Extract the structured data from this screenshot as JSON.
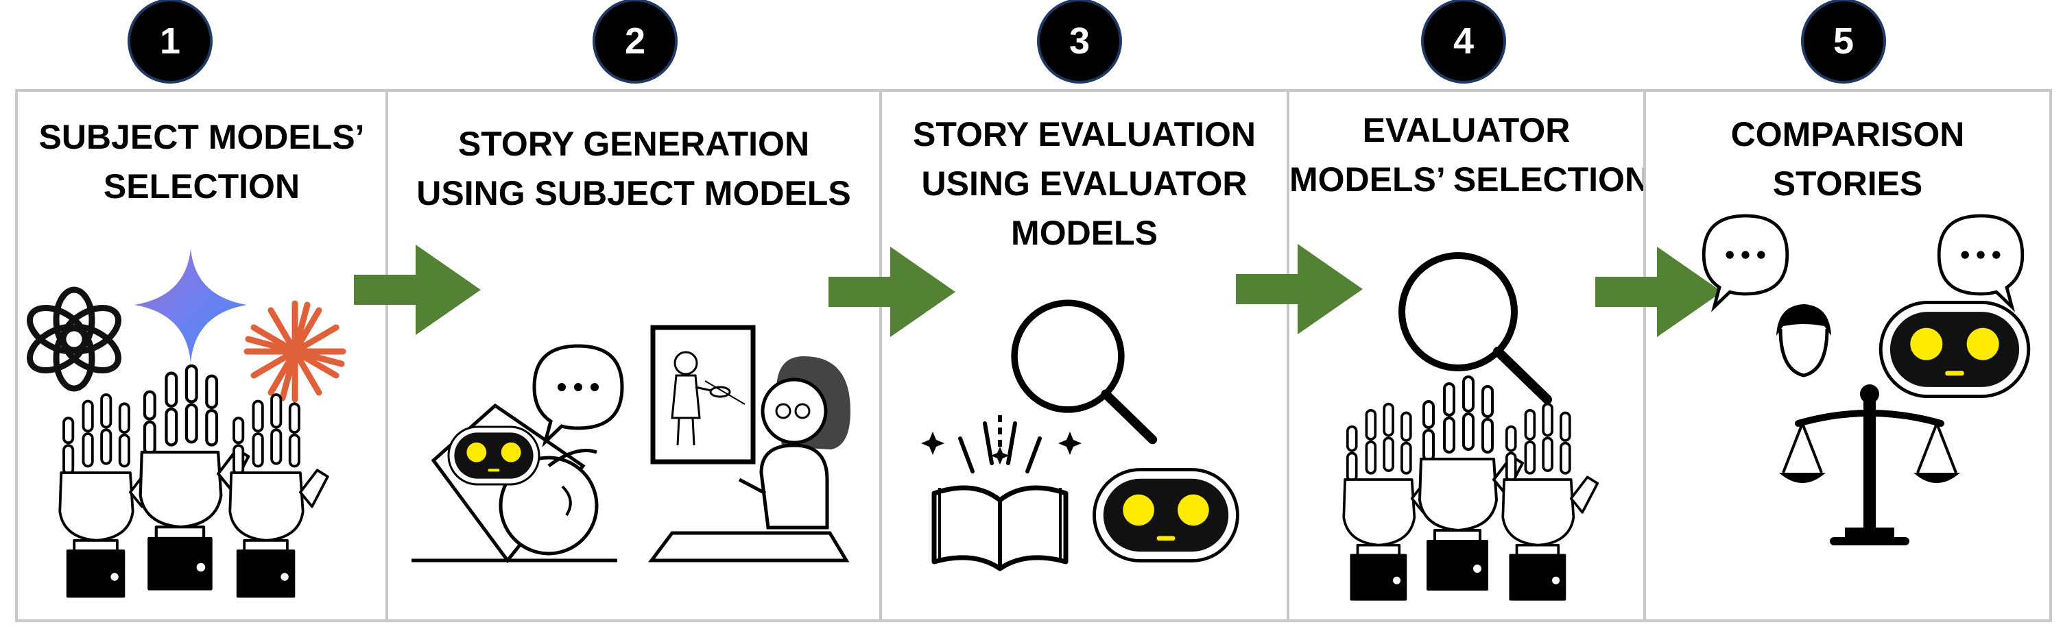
{
  "steps": [
    {
      "number": "1",
      "title_lines": [
        "SUBJECT MODELS’",
        "SELECTION"
      ]
    },
    {
      "number": "2",
      "title_lines": [
        "STORY GENERATION",
        "USING SUBJECT MODELS"
      ]
    },
    {
      "number": "3",
      "title_lines": [
        "STORY EVALUATION",
        "USING EVALUATOR",
        "MODELS"
      ]
    },
    {
      "number": "4",
      "title_lines": [
        "EVALUATOR",
        "MODELS’ SELECTION"
      ]
    },
    {
      "number": "5",
      "title_lines": [
        "COMPARISON",
        "STORIES"
      ]
    }
  ],
  "colors": {
    "arrow": "#548235",
    "badge_fill": "#000000",
    "badge_border": "#1f3864",
    "panel_border": "#c8c8c8",
    "robot_eye": "#ffeb00",
    "logo_orange": "#e0603a",
    "logo_blue": "#4a8af4",
    "logo_purple": "#9b72cb"
  },
  "icons": [
    "openai-logo-icon",
    "gemini-star-icon",
    "claude-burst-icon",
    "robotic-hands-icon",
    "robot-icon",
    "speech-bubble-icon",
    "painting-icon",
    "person-icon",
    "magnifier-icon",
    "open-book-icon",
    "human-face-icon",
    "balance-scale-icon"
  ]
}
